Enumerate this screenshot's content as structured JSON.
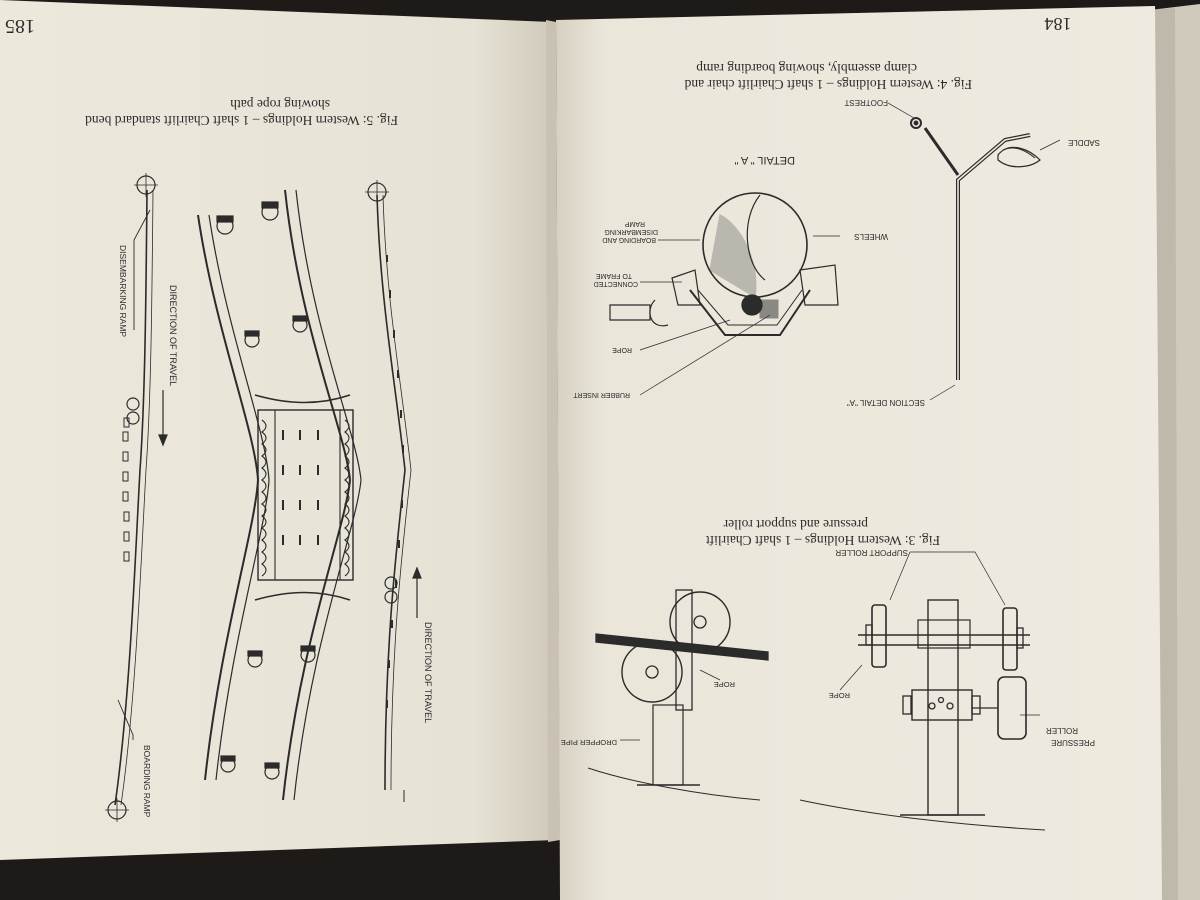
{
  "left_page": {
    "page_number": "185",
    "figure": {
      "caption_line1": "Fig. 5:  Western Holdings – 1 shaft Chairlift standard bend",
      "caption_line2": "showing rope path"
    },
    "labels": {
      "direction_of_travel_top": "DIRECTION OF TRAVEL",
      "direction_of_travel_bottom": "DIRECTION OF TRAVEL",
      "disembarking_ramp": "DISEMBARKING RAMP",
      "boarding_ramp": "BOARDING RAMP"
    }
  },
  "right_page": {
    "page_number": "184",
    "figure4": {
      "caption_line1": "Fig. 4:  Western Holdings – 1 shaft Chairlift chair and",
      "caption_line2": "clamp assembly, showing boarding ramp",
      "labels": {
        "footrest": "FOOTREST",
        "saddle": "SADDLE",
        "detail_a": "DETAIL \" A \"",
        "wheels": "WHEELS",
        "boarding_ramp_1": "BOARDING AND",
        "boarding_ramp_2": "DISEMBARKING",
        "boarding_ramp_3": "RAMP",
        "connected_1": "CONNECTED",
        "connected_2": "TO FRAME",
        "rope": "ROPE",
        "rubber_insert": "RUBBER INSERT",
        "section_detail": "SECTION DETAIL \"A\""
      }
    },
    "figure3": {
      "caption_line1": "Fig. 3:  Western Holdings – 1 shaft Chairlift",
      "caption_line2": "pressure and support roller",
      "labels": {
        "support_roller": "SUPPORT ROLLER",
        "rope_left": "ROPE",
        "rope_right": "ROPE",
        "dropper_pipe": "DROPPER PIPE",
        "pressure": "PRESSURE",
        "roller": "ROLLER"
      }
    }
  },
  "colors": {
    "paper": "#ece8dc",
    "paper_shadow": "#d9d4c6",
    "ink": "#2b2b2b",
    "background": "#1e1a17"
  }
}
